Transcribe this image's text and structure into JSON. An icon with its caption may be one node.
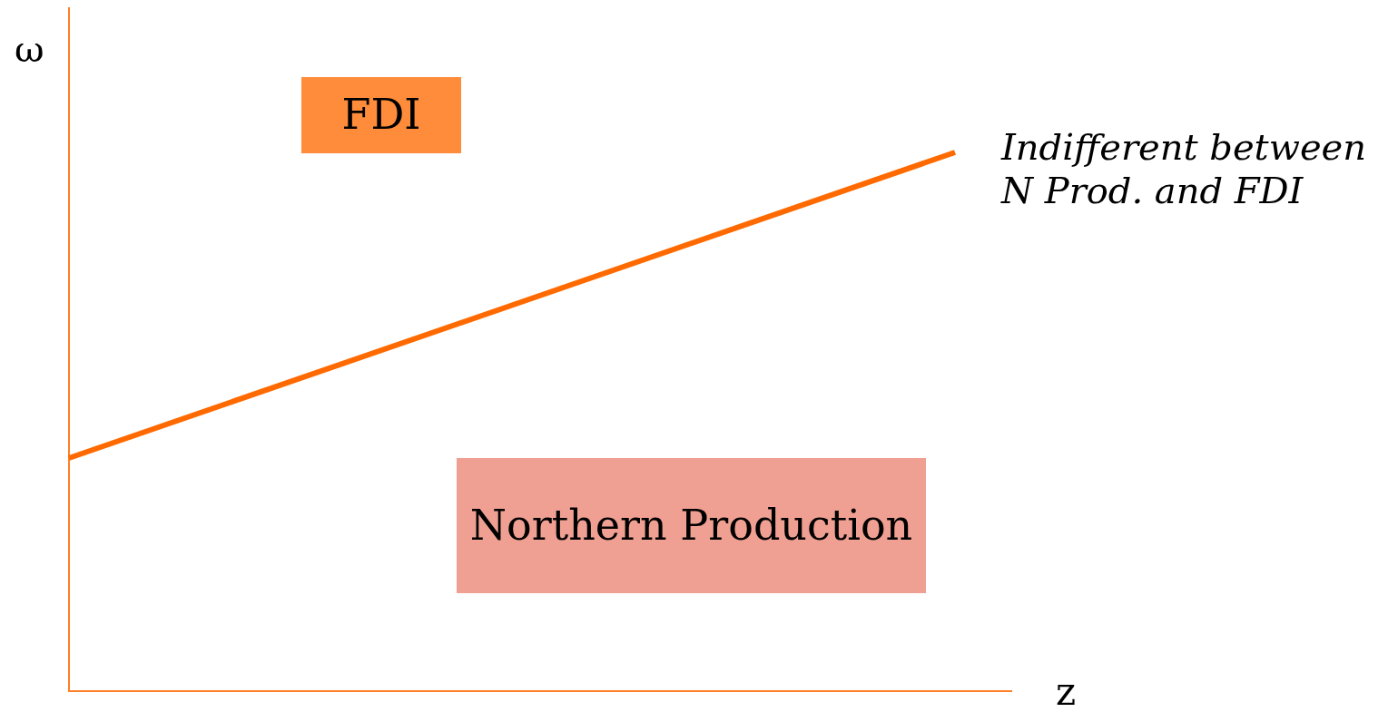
{
  "diagram": {
    "nodes": [
      {
        "text": [
          "FDI"
        ]
      },
      {
        "text": [
          "Northern Production"
        ]
      }
    ],
    "labels": [
      "ω",
      "Indifferent between N Prod. and FDI",
      "z"
    ]
  }
}
